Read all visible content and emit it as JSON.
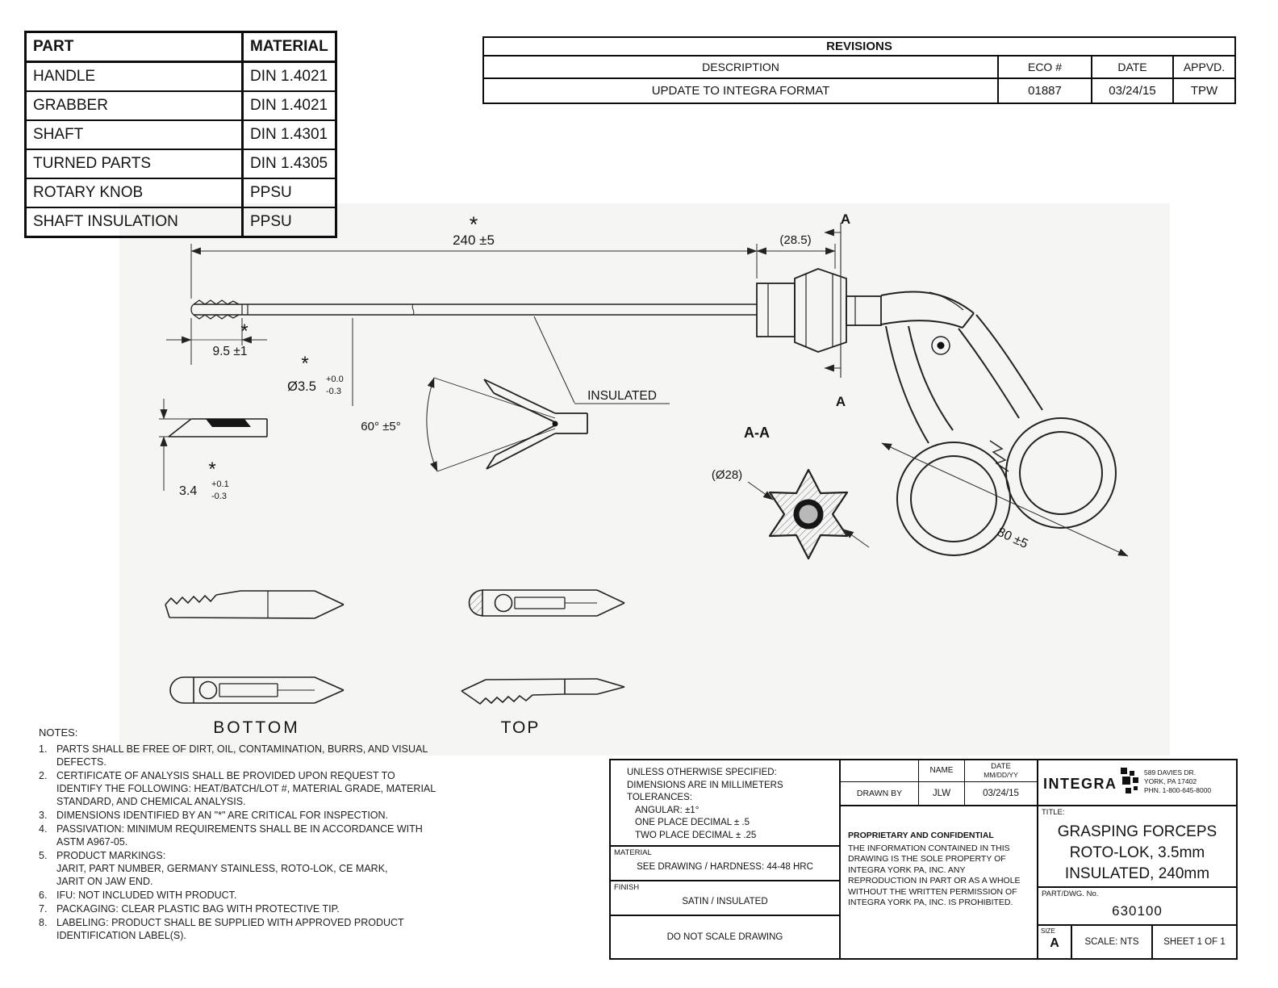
{
  "parts_table": {
    "header": {
      "part": "PART",
      "material": "MATERIAL"
    },
    "rows": [
      {
        "part": "HANDLE",
        "material": "DIN 1.4021"
      },
      {
        "part": "GRABBER",
        "material": "DIN 1.4021"
      },
      {
        "part": "SHAFT",
        "material": "DIN 1.4301"
      },
      {
        "part": "TURNED PARTS",
        "material": "DIN 1.4305"
      },
      {
        "part": "ROTARY KNOB",
        "material": "PPSU"
      },
      {
        "part": "SHAFT INSULATION",
        "material": "PPSU"
      }
    ]
  },
  "revisions_table": {
    "title": "REVISIONS",
    "header": {
      "description": "DESCRIPTION",
      "eco": "ECO #",
      "date": "DATE",
      "appvd": "APPVD."
    },
    "rows": [
      {
        "description": "UPDATE TO INTEGRA FORMAT",
        "eco": "01887",
        "date": "03/24/15",
        "appvd": "TPW"
      }
    ]
  },
  "drawing": {
    "dim_overall_length": "240 ±5",
    "dim_knob_length": "(28.5)",
    "dim_tip_length": "9.5 ±1",
    "dim_shaft_diameter": "Ø3.5",
    "dim_shaft_diameter_tol_upper": "+0.0",
    "dim_shaft_diameter_tol_lower": "-0.3",
    "dim_jaw_angle": "60° ±5°",
    "label_insulated": "INSULATED",
    "section_view_label": "A-A",
    "section_marker": "A",
    "dim_knob_diameter": "(Ø28)",
    "dim_tip_height": "3.4",
    "dim_tip_height_tol_upper": "+0.1",
    "dim_tip_height_tol_lower": "-0.3",
    "dim_handle_length": "80 ±5",
    "critical_marker": "*",
    "label_bottom_view": "BOTTOM",
    "label_top_view": "TOP"
  },
  "notes": {
    "title": "NOTES:",
    "items": [
      {
        "num": "1.",
        "text": "PARTS SHALL BE FREE OF DIRT, OIL, CONTAMINATION, BURRS, AND VISUAL DEFECTS."
      },
      {
        "num": "2.",
        "text": "CERTIFICATE OF ANALYSIS SHALL BE PROVIDED UPON REQUEST TO IDENTIFY THE FOLLOWING: HEAT/BATCH/LOT #, MATERIAL GRADE, MATERIAL STANDARD, AND CHEMICAL ANALYSIS."
      },
      {
        "num": "3.",
        "text": "DIMENSIONS IDENTIFIED BY AN \"*\" ARE CRITICAL FOR INSPECTION."
      },
      {
        "num": "4.",
        "text": "PASSIVATION: MINIMUM REQUIREMENTS SHALL BE IN ACCORDANCE WITH ASTM A967-05."
      },
      {
        "num": "5.",
        "text": "PRODUCT MARKINGS:\nJARIT, PART NUMBER, GERMANY STAINLESS, ROTO-LOK, CE MARK,\nJARIT ON JAW END."
      },
      {
        "num": "6.",
        "text": "IFU: NOT INCLUDED WITH PRODUCT."
      },
      {
        "num": "7.",
        "text": "PACKAGING: CLEAR PLASTIC BAG WITH PROTECTIVE TIP."
      },
      {
        "num": "8.",
        "text": "LABELING: PRODUCT SHALL BE SUPPLIED WITH APPROVED PRODUCT IDENTIFICATION LABEL(S)."
      }
    ]
  },
  "title_block": {
    "tolerances": [
      "UNLESS OTHERWISE SPECIFIED:",
      "DIMENSIONS ARE IN MILLIMETERS",
      "TOLERANCES:",
      "ANGULAR: ±1°",
      "ONE PLACE DECIMAL ± .5",
      "TWO PLACE DECIMAL ± .25"
    ],
    "name_header": "NAME",
    "date_header": "DATE",
    "date_format": "MM/DD/YY",
    "drawn_by_label": "DRAWN BY",
    "drawn_by_name": "JLW",
    "drawn_by_date": "03/24/15",
    "material_label": "MATERIAL",
    "material_value": "SEE DRAWING / HARDNESS: 44-48 HRC",
    "finish_label": "FINISH",
    "finish_value": "SATIN / INSULATED",
    "do_not_scale": "DO NOT SCALE DRAWING",
    "proprietary_title": "PROPRIETARY AND CONFIDENTIAL",
    "proprietary_text": "THE INFORMATION CONTAINED IN THIS DRAWING IS THE SOLE PROPERTY OF INTEGRA YORK PA, INC. ANY REPRODUCTION IN PART OR AS A WHOLE WITHOUT THE WRITTEN PERMISSION OF INTEGRA YORK PA, INC. IS PROHIBITED.",
    "company_name": "INTEGRA",
    "company_address_line1": "589 DAVIES DR.",
    "company_address_line2": "YORK, PA 17402",
    "company_address_line3": "PHN. 1-800-645-8000",
    "title_label": "TITLE:",
    "title_line1": "GRASPING FORCEPS",
    "title_line2": "ROTO-LOK, 3.5mm",
    "title_line3": "INSULATED, 240mm",
    "part_label": "PART/DWG. No.",
    "part_number": "630100",
    "size_label": "SIZE",
    "size_value": "A",
    "scale": "SCALE: NTS",
    "sheet": "SHEET 1 OF 1"
  }
}
